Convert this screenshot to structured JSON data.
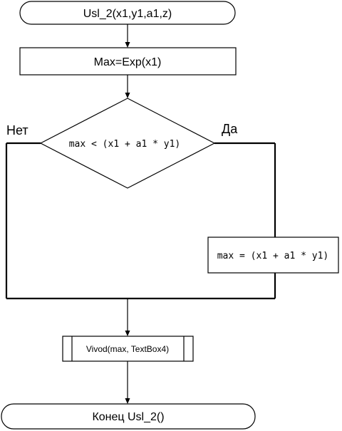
{
  "flowchart": {
    "start": {
      "label": "Usl_2(x1,y1,a1,z)"
    },
    "assign_max": {
      "label": "Max=Exp(x1)"
    },
    "decision": {
      "condition": "max < (x1 + a1 * y1)",
      "no_label": "Нет",
      "yes_label": "Да"
    },
    "yes_action": {
      "label": "max = (x1 + a1 * y1)"
    },
    "output": {
      "label": "Vivod(max, TextBox4)"
    },
    "end": {
      "label": "Конец Usl_2()"
    }
  }
}
